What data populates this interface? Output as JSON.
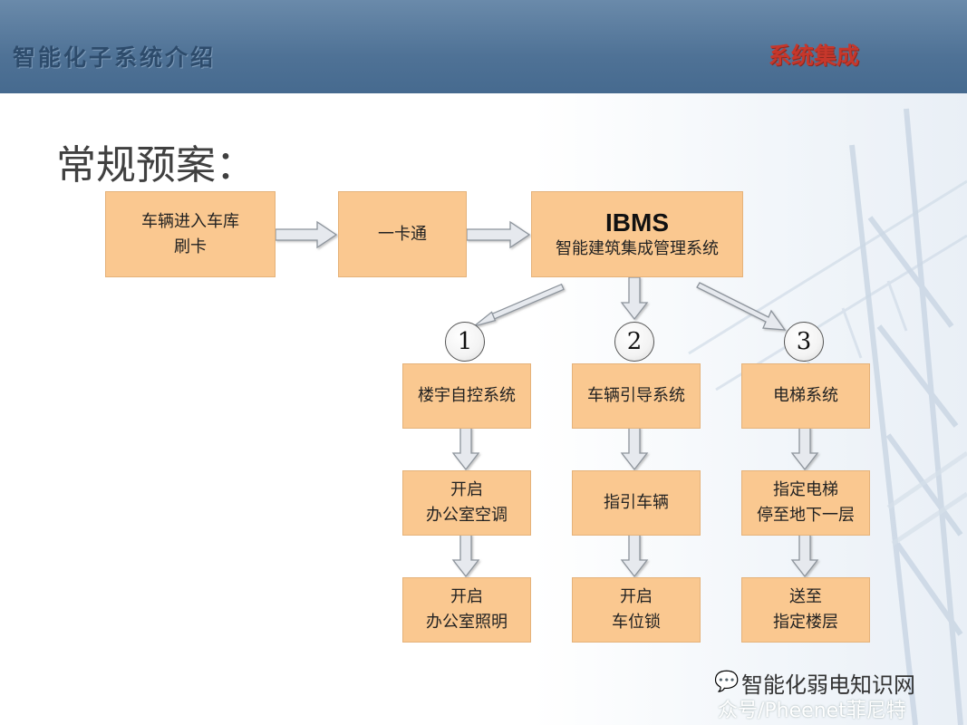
{
  "header": {
    "title": "智能化子系统介绍",
    "tag": "系统集成"
  },
  "slide": {
    "heading": "常规预案："
  },
  "flow": {
    "step1": {
      "line1": "车辆进入车库",
      "line2": "刷卡"
    },
    "step2": {
      "label": "一卡通"
    },
    "ibms": {
      "title": "IBMS",
      "subtitle": "智能建筑集成管理系统"
    }
  },
  "branches": [
    {
      "number": "1",
      "system": "楼宇自控系统",
      "action1": {
        "line1": "开启",
        "line2": "办公室空调"
      },
      "action2": {
        "line1": "开启",
        "line2": "办公室照明"
      }
    },
    {
      "number": "2",
      "system": "车辆引导系统",
      "action1": {
        "line1": "指引车辆",
        "line2": ""
      },
      "action2": {
        "line1": "开启",
        "line2": "车位锁"
      }
    },
    {
      "number": "3",
      "system": "电梯系统",
      "action1": {
        "line1": "指定电梯",
        "line2": "停至地下一层"
      },
      "action2": {
        "line1": "送至",
        "line2": "指定楼层"
      }
    }
  ],
  "colors": {
    "box_fill": "#fac890",
    "box_border": "#e5b27a",
    "header_bg": "#4f7296",
    "tag": "#c7372b",
    "arrow_fill": "#e6e9ee"
  },
  "watermark": {
    "icon": "wechat-icon",
    "line1": "智能化弱电知识网",
    "line2": "众号/Pheenet菲尼特"
  }
}
